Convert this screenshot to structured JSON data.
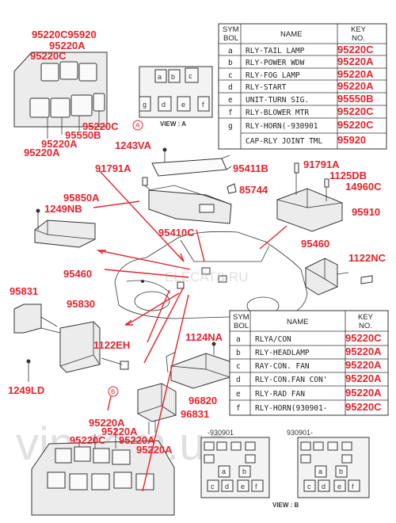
{
  "watermarks": {
    "site": "vin.rom.ua",
    "overlay": "ELECATS.RU"
  },
  "views": {
    "a": "VIEW : A",
    "b": "VIEW : B",
    "a_marker": "A",
    "b_marker": "B"
  },
  "view_b_dates": [
    "-930901",
    "930901-"
  ],
  "relay_letters": [
    "a",
    "b",
    "c",
    "d",
    "e",
    "f",
    "g"
  ],
  "table1": {
    "headers": {
      "sym": "SYM BOL",
      "sym1": "SYM",
      "sym2": "BOL",
      "name": "NAME",
      "key1": "KEY",
      "key2": "NO."
    },
    "rows": [
      {
        "sym": "a",
        "name": "RLY-TAIL LAMP",
        "key": "95220C"
      },
      {
        "sym": "b",
        "name": "RLY-POWER WDW",
        "key": "95220A"
      },
      {
        "sym": "c",
        "name": "RLY-FOG LAMP",
        "key": "95220A"
      },
      {
        "sym": "d",
        "name": "RLY-START",
        "key": "95220A"
      },
      {
        "sym": "e",
        "name": "UNIT-TURN SIG.",
        "key": "95550B"
      },
      {
        "sym": "f",
        "name": "RLY-BLOWER MTR",
        "key": "95220C"
      },
      {
        "sym": "g",
        "name": "RLY-HORN(-930901",
        "key": "95220C"
      },
      {
        "sym": "",
        "name": "CAP-RLY JOINT TML",
        "key": "95920"
      }
    ]
  },
  "table2": {
    "headers": {
      "sym1": "SYM",
      "sym2": "BOL",
      "name": "NAME",
      "key1": "KEY",
      "key2": "NO."
    },
    "rows": [
      {
        "sym": "a",
        "name": "RLYA/CON",
        "key": "95220C"
      },
      {
        "sym": "b",
        "name": "RLY-HEADLAMP",
        "key": "95220A"
      },
      {
        "sym": "c",
        "name": "RAY-CON. FAN",
        "key": "95220A"
      },
      {
        "sym": "d",
        "name": "RLY-CON.FAN CON'",
        "key": "95220A"
      },
      {
        "sym": "e",
        "name": "RLY-RAD FAN",
        "key": "95220A"
      },
      {
        "sym": "f",
        "name": "RLY-HORN(930901-",
        "key": "95220C"
      }
    ]
  },
  "callouts": {
    "c95220_95920": "95220C95920",
    "c95220a_top": "95220A",
    "c95220c_left": "95220C",
    "c95220c_mid": "95220C",
    "c95550b": "95550B",
    "c95220a_l1": "95220A",
    "c95220a_l2": "95220A",
    "c1243va": "1243VA",
    "c91791a_l": "91791A",
    "c95411b": "95411B",
    "c91791a_r": "91791A",
    "c1125db": "1125DB",
    "c85744": "85744",
    "c14960c": "14960C",
    "c95850a": "95850A",
    "c1249nb": "1249NB",
    "c95910": "95910",
    "c95410c": "95410C",
    "c95460_l": "95460",
    "c95460_r": "95460",
    "c1122nc": "1122NC",
    "c95831": "95831",
    "c95830": "95830",
    "c1124na": "1124NA",
    "c1122eh": "1122EH",
    "c1249ld": "1249LD",
    "c96820": "96820",
    "c96831": "96831",
    "c95220a_b1": "95220A",
    "c95220a_b2": "95220A",
    "c95220c_b": "95220C",
    "c95220a_b3": "95220A",
    "c95220a_b4": "95220A"
  }
}
